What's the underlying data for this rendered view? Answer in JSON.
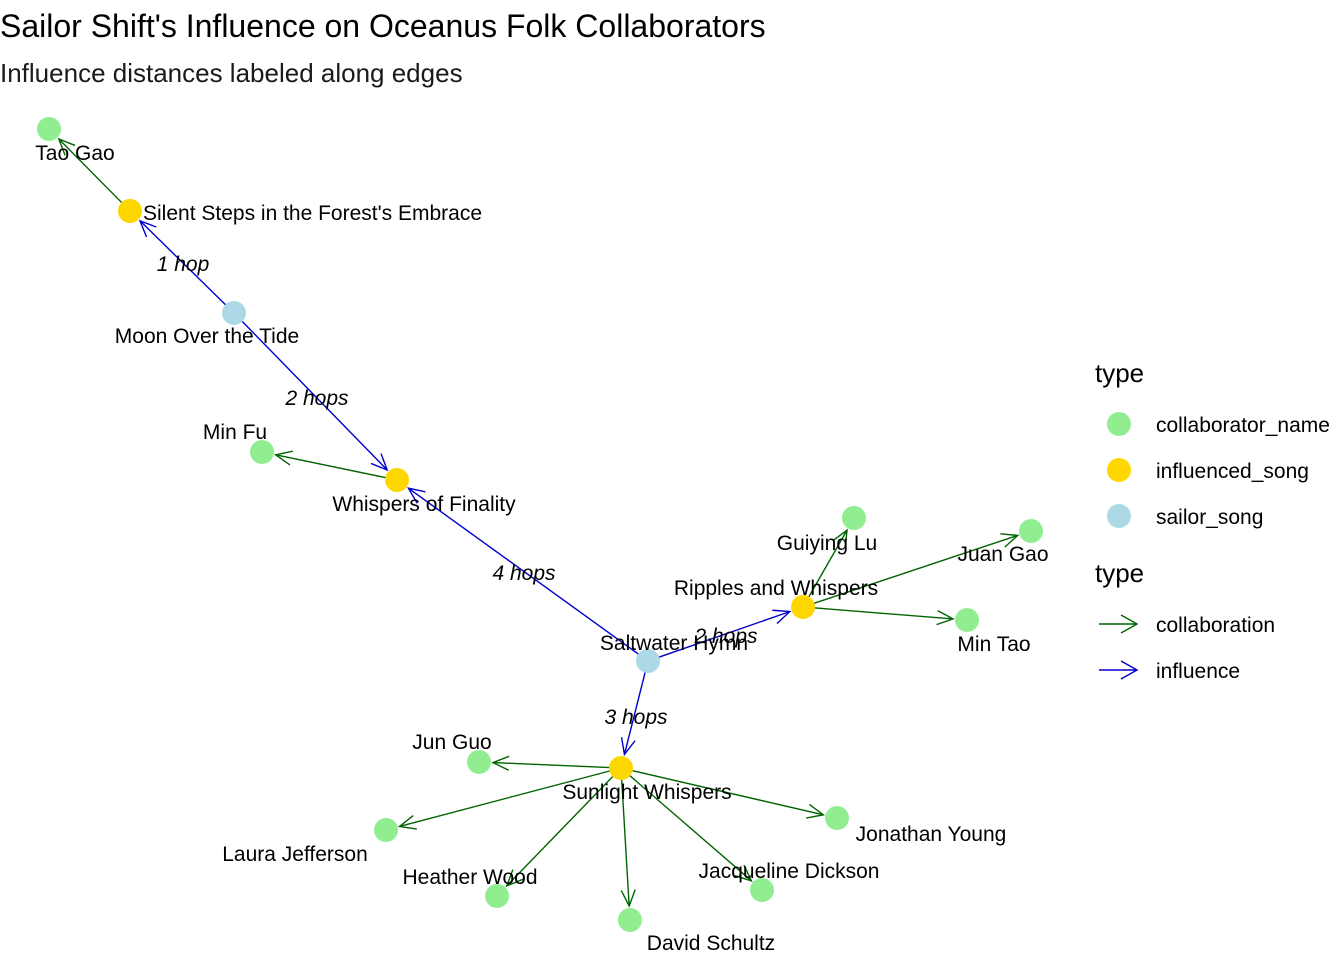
{
  "title": "Sailor Shift's Influence on Oceanus Folk Collaborators",
  "subtitle": "Influence distances labeled along edges",
  "colors": {
    "collaborator_name": "#90EE90",
    "influenced_song": "#FFD700",
    "sailor_song": "#ADD8E6",
    "collaboration": "#006400",
    "influence": "#0000CD"
  },
  "legend": {
    "node_title": "type",
    "node_items": [
      {
        "key": "collaborator_name",
        "label": "collaborator_name"
      },
      {
        "key": "influenced_song",
        "label": "influenced_song"
      },
      {
        "key": "sailor_song",
        "label": "sailor_song"
      }
    ],
    "edge_title": "type",
    "edge_items": [
      {
        "key": "collaboration",
        "label": "collaboration"
      },
      {
        "key": "influence",
        "label": "influence"
      }
    ]
  },
  "nodes": [
    {
      "id": "tao_gao",
      "label": "Tao Gao",
      "type": "collaborator_name"
    },
    {
      "id": "silent_steps",
      "label": "Silent Steps in the Forest's Embrace",
      "type": "influenced_song"
    },
    {
      "id": "moon_tide",
      "label": "Moon Over the Tide",
      "type": "sailor_song"
    },
    {
      "id": "min_fu",
      "label": "Min Fu",
      "type": "collaborator_name"
    },
    {
      "id": "whispers_finality",
      "label": "Whispers of Finality",
      "type": "influenced_song"
    },
    {
      "id": "guiying_lu",
      "label": "Guiying Lu",
      "type": "collaborator_name"
    },
    {
      "id": "juan_gao",
      "label": "Juan Gao",
      "type": "collaborator_name"
    },
    {
      "id": "ripples",
      "label": "Ripples and Whispers",
      "type": "influenced_song"
    },
    {
      "id": "min_tao",
      "label": "Min Tao",
      "type": "collaborator_name"
    },
    {
      "id": "saltwater",
      "label": "Saltwater Hymn",
      "type": "sailor_song"
    },
    {
      "id": "jun_guo",
      "label": "Jun Guo",
      "type": "collaborator_name"
    },
    {
      "id": "sunlight",
      "label": "Sunlight Whispers",
      "type": "influenced_song"
    },
    {
      "id": "laura",
      "label": "Laura Jefferson",
      "type": "collaborator_name"
    },
    {
      "id": "jonathan",
      "label": "Jonathan Young",
      "type": "collaborator_name"
    },
    {
      "id": "heather",
      "label": "Heather Wood",
      "type": "collaborator_name"
    },
    {
      "id": "jacqueline",
      "label": "Jacqueline Dickson",
      "type": "collaborator_name"
    },
    {
      "id": "david",
      "label": "David Schultz",
      "type": "collaborator_name"
    }
  ],
  "edges": [
    {
      "from": "moon_tide",
      "to": "silent_steps",
      "type": "influence",
      "label": "1 hop"
    },
    {
      "from": "moon_tide",
      "to": "whispers_finality",
      "type": "influence",
      "label": "2 hops"
    },
    {
      "from": "saltwater",
      "to": "whispers_finality",
      "type": "influence",
      "label": "4 hops"
    },
    {
      "from": "saltwater",
      "to": "ripples",
      "type": "influence",
      "label": "2 hops"
    },
    {
      "from": "saltwater",
      "to": "sunlight",
      "type": "influence",
      "label": "3 hops"
    },
    {
      "from": "silent_steps",
      "to": "tao_gao",
      "type": "collaboration",
      "label": ""
    },
    {
      "from": "whispers_finality",
      "to": "min_fu",
      "type": "collaboration",
      "label": ""
    },
    {
      "from": "ripples",
      "to": "guiying_lu",
      "type": "collaboration",
      "label": ""
    },
    {
      "from": "ripples",
      "to": "juan_gao",
      "type": "collaboration",
      "label": ""
    },
    {
      "from": "ripples",
      "to": "min_tao",
      "type": "collaboration",
      "label": ""
    },
    {
      "from": "sunlight",
      "to": "jun_guo",
      "type": "collaboration",
      "label": ""
    },
    {
      "from": "sunlight",
      "to": "laura",
      "type": "collaboration",
      "label": ""
    },
    {
      "from": "sunlight",
      "to": "jonathan",
      "type": "collaboration",
      "label": ""
    },
    {
      "from": "sunlight",
      "to": "heather",
      "type": "collaboration",
      "label": ""
    },
    {
      "from": "sunlight",
      "to": "jacqueline",
      "type": "collaboration",
      "label": ""
    },
    {
      "from": "sunlight",
      "to": "david",
      "type": "collaboration",
      "label": ""
    }
  ]
}
